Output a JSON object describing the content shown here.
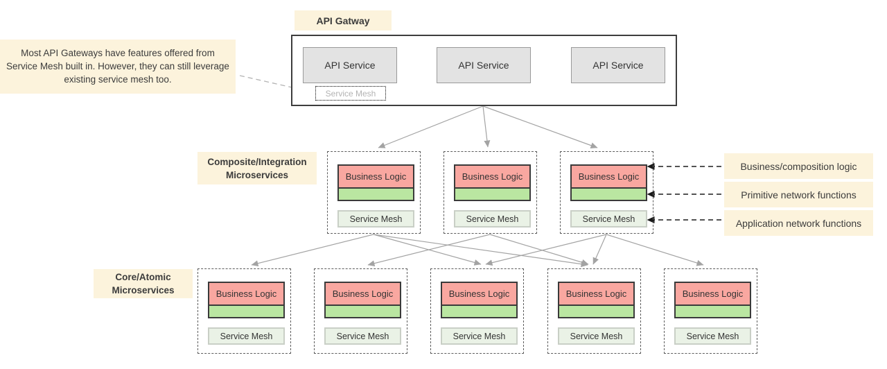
{
  "note": {
    "text": "Most API Gateways have features offered from Service Mesh built in. However, they can still leverage existing service mesh too."
  },
  "gateway": {
    "label": "API Gatway",
    "services": [
      {
        "label": "API Service"
      },
      {
        "label": "API Service"
      },
      {
        "label": "API Service"
      }
    ],
    "service_mesh_label": "Service Mesh"
  },
  "tiers": {
    "composite": {
      "label": "Composite/Integration Microservices",
      "count": 3
    },
    "core": {
      "label": "Core/Atomic Microservices",
      "count": 5
    }
  },
  "card": {
    "business_logic_label": "Business Logic",
    "service_mesh_label": "Service Mesh"
  },
  "annotations": [
    {
      "label": "Business/composition logic"
    },
    {
      "label": "Primitive network functions"
    },
    {
      "label": "Application network functions"
    }
  ],
  "colors": {
    "label_background": "#fcf3dc",
    "business_logic_fill": "#f9a7a0",
    "network_function_fill": "#bae6a1",
    "service_mesh_fill": "#eaf2e6",
    "api_service_fill": "#e3e3e3",
    "connector_gray": "#a3a3a3",
    "annotation_arrow_black": "#1a1a1a"
  }
}
